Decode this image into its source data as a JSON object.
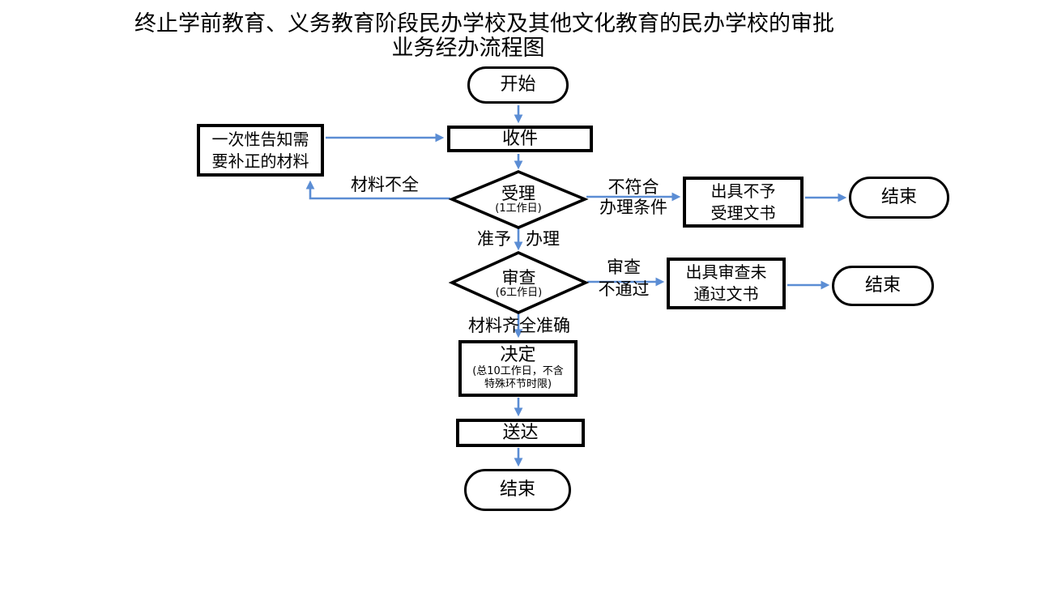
{
  "title": {
    "line1": "终止学前教育、义务教育阶段民办学校及其他文化教育的民办学校的审批",
    "line2": "业务经办流程图"
  },
  "nodes": {
    "start": {
      "label": "开始"
    },
    "receive": {
      "label": "收件"
    },
    "notify": {
      "line1": "一次性告知需",
      "line2": "要补正的材料"
    },
    "accept": {
      "label": "受理",
      "duration": "(1工作日)"
    },
    "reject_doc": {
      "line1": "出具不予",
      "line2": "受理文书"
    },
    "end1": {
      "label": "结束"
    },
    "review": {
      "label": "审查",
      "duration": "(6工作日)"
    },
    "review_fail_doc": {
      "line1": "出具审查未",
      "line2": "通过文书"
    },
    "end2": {
      "label": "结束"
    },
    "decide": {
      "label": "决定",
      "note1": "(总10工作日，不含",
      "note2": "特殊环节时限)"
    },
    "deliver": {
      "label": "送达"
    },
    "end3": {
      "label": "结束"
    }
  },
  "edge_labels": {
    "materials_incomplete": "材料不全",
    "not_qualified_1": "不符合",
    "not_qualified_2": "办理条件",
    "approve_left": "准予",
    "approve_right": "办理",
    "review_fail_1": "审查",
    "review_fail_2": "不通过",
    "materials_complete": "材料齐全准确"
  },
  "colors": {
    "arrow": "#5B8DD4",
    "border": "#000000",
    "background": "#FFFFFF"
  }
}
